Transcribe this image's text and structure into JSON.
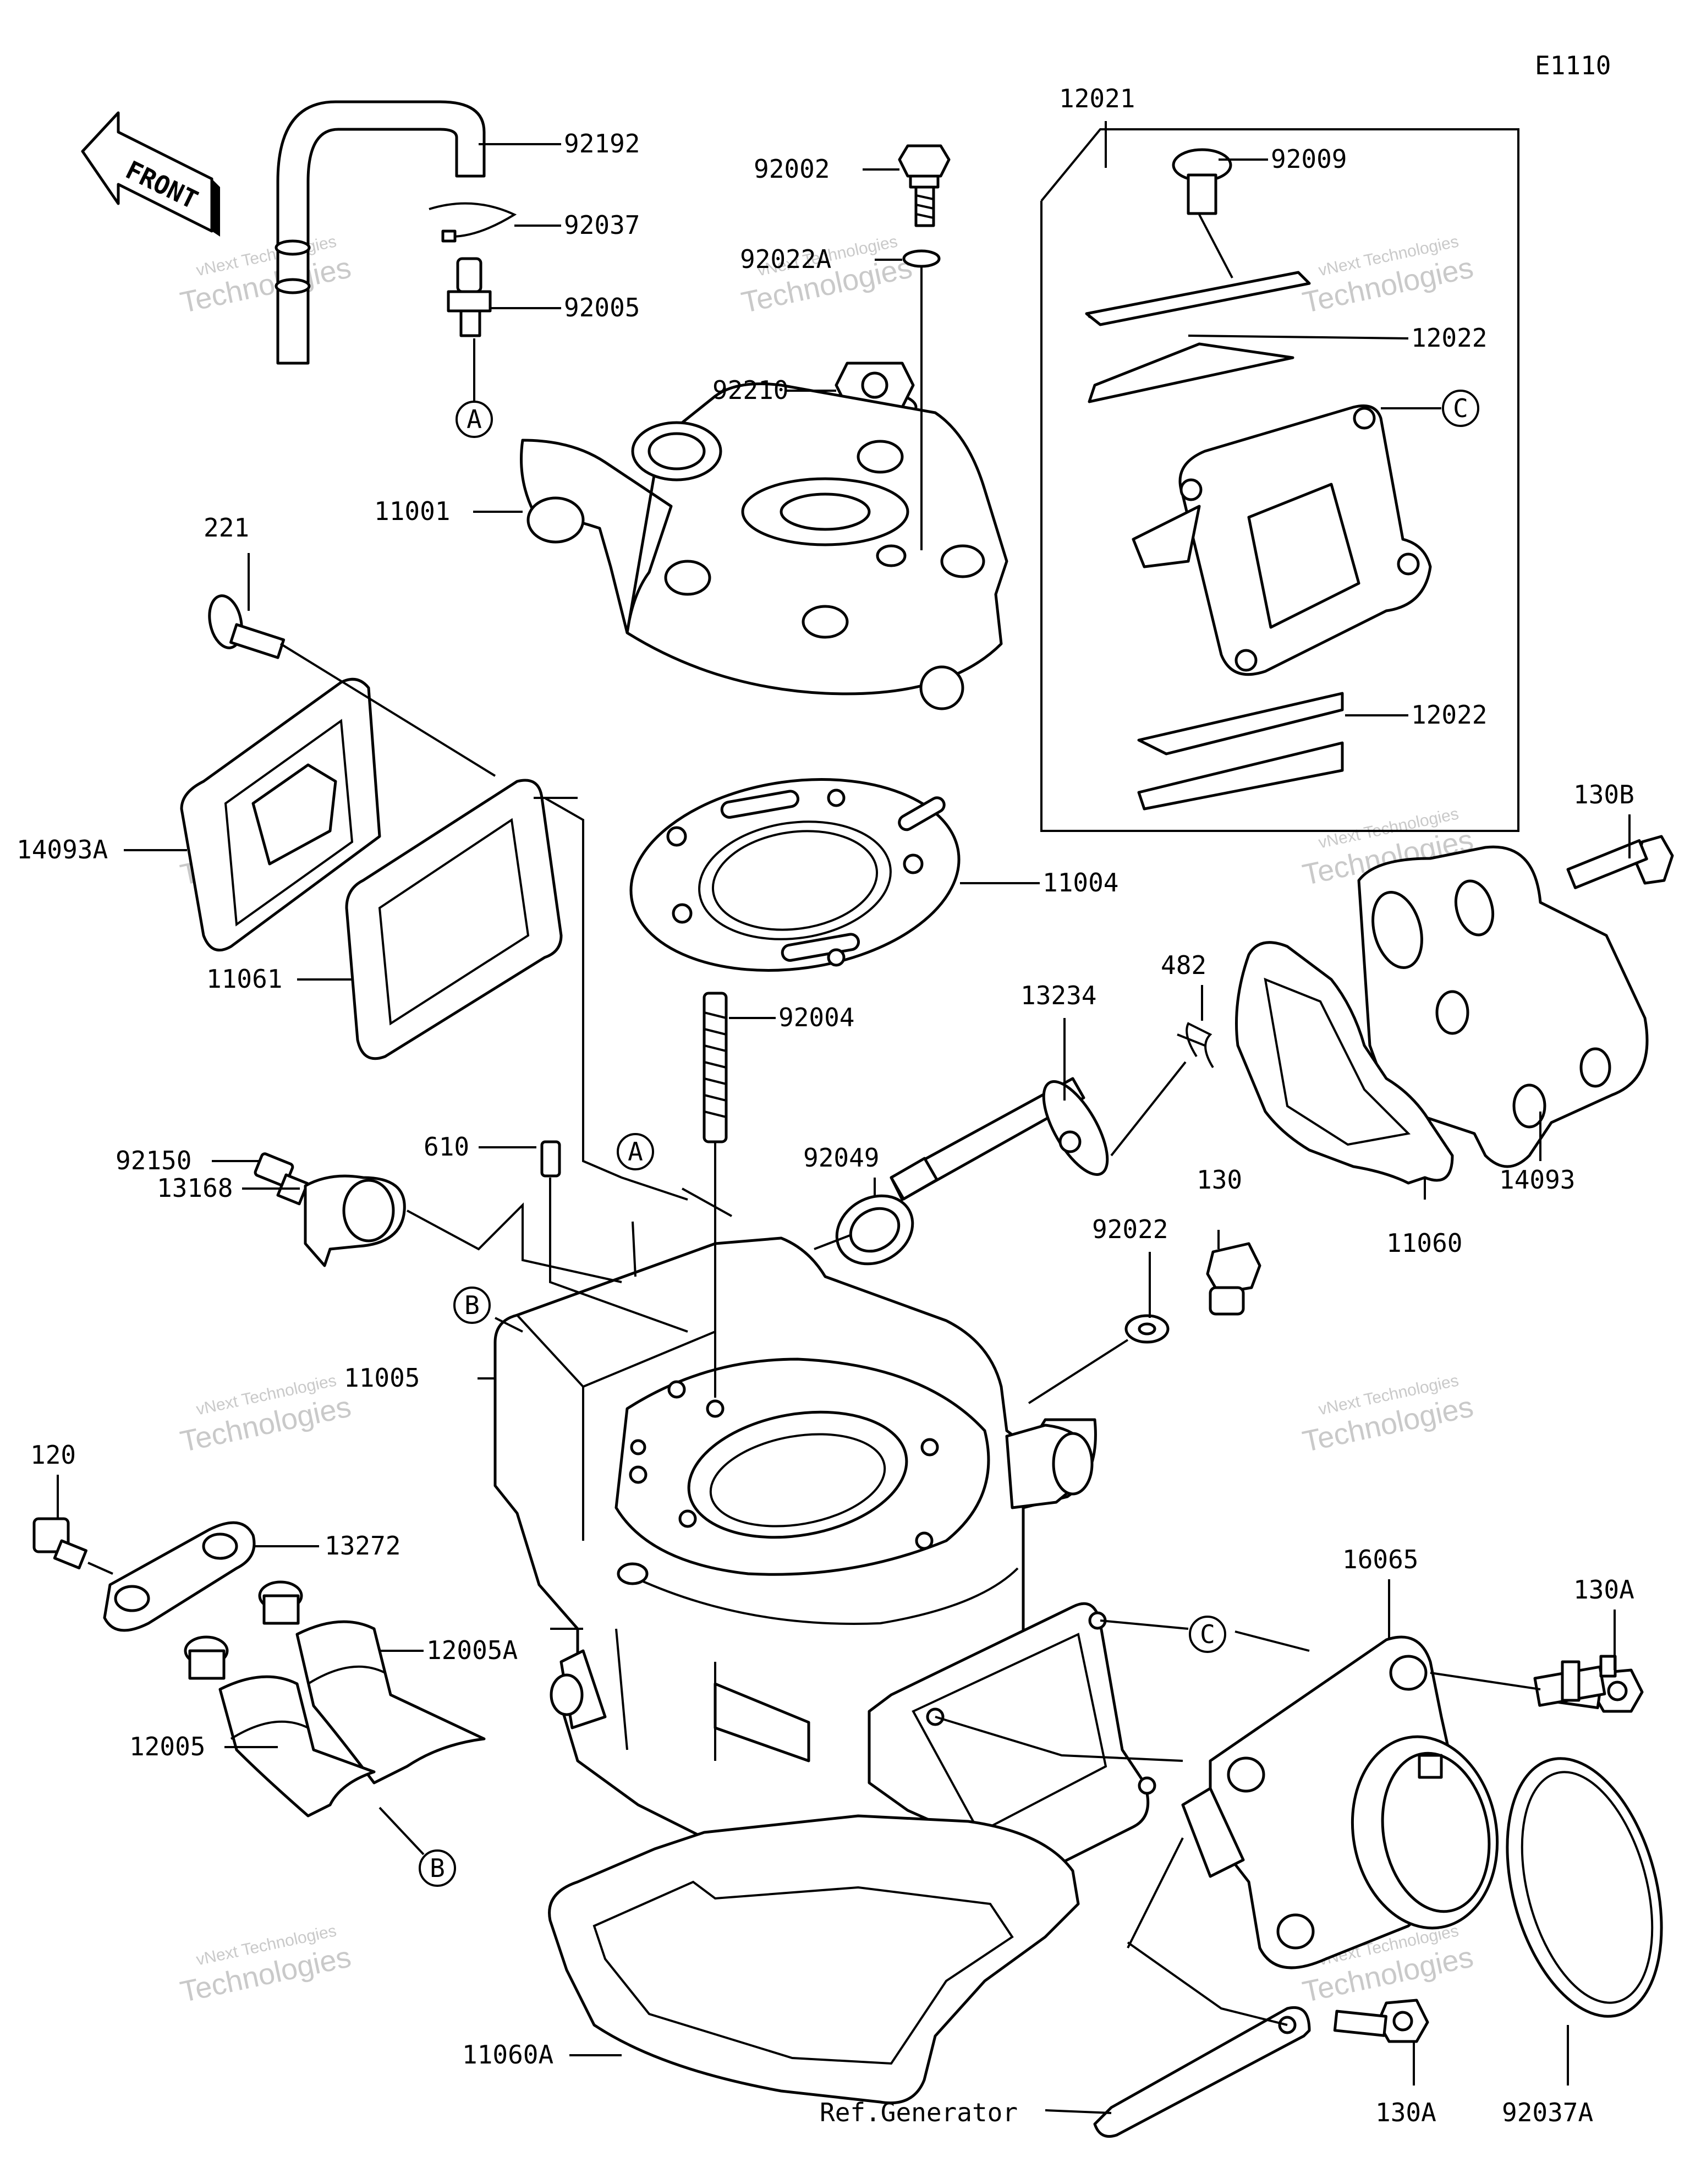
{
  "diagram": {
    "code": "E1110",
    "front_label": "FRONT",
    "watermark": {
      "line1": "vNext Technologies",
      "line2": "Technologies"
    },
    "ref_label": "Ref.Generator",
    "callout_letters": {
      "a": "A",
      "b": "B",
      "c": "C"
    },
    "parts": [
      "92192",
      "92037",
      "92005",
      "92002",
      "92022A",
      "92210",
      "11001",
      "12021",
      "92009",
      "12022",
      "12022",
      "221",
      "14093A",
      "11061",
      "11004",
      "130B",
      "13234",
      "482",
      "92004",
      "92150",
      "610",
      "13168",
      "92049",
      "14093",
      "11060",
      "130",
      "92022",
      "11005",
      "120",
      "13272",
      "12005A",
      "12005",
      "16065",
      "130A",
      "130A",
      "11060A",
      "92037A"
    ]
  }
}
